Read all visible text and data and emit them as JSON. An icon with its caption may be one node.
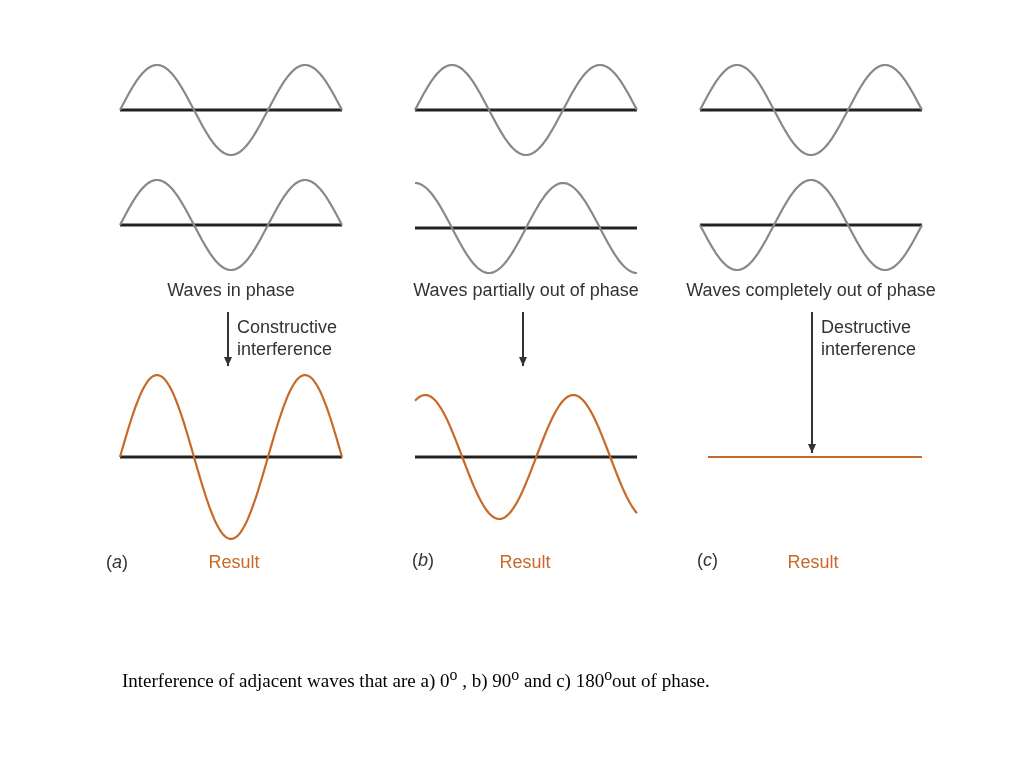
{
  "diagram": {
    "caption": "Interference of adjacent waves that are a) 0$^{o}$ , b) 90$^{o}$ and  c) 180$^{o}$out of phase.",
    "nodes": [
      {
        "text": [
          "Waves in phase"
        ]
      },
      {
        "text": [
          "Result"
        ]
      },
      {
        "text": [
          "Waves partially out of phase"
        ]
      },
      {
        "text": [
          "Result"
        ]
      },
      {
        "text": [
          "Waves completely out of phase"
        ]
      },
      {
        "text": [
          "Result"
        ]
      }
    ],
    "edges": [
      {
        "from": 0,
        "to": 1,
        "arrow": "to",
        "label": "Constructive interference"
      },
      {
        "from": 2,
        "to": 3,
        "arrow": "to"
      },
      {
        "from": 4,
        "to": 5,
        "arrow": "to",
        "label": "Destructive interference"
      }
    ],
    "labels": [
      "(*a*)",
      "(*b*)",
      "(*c*)"
    ]
  }
}
